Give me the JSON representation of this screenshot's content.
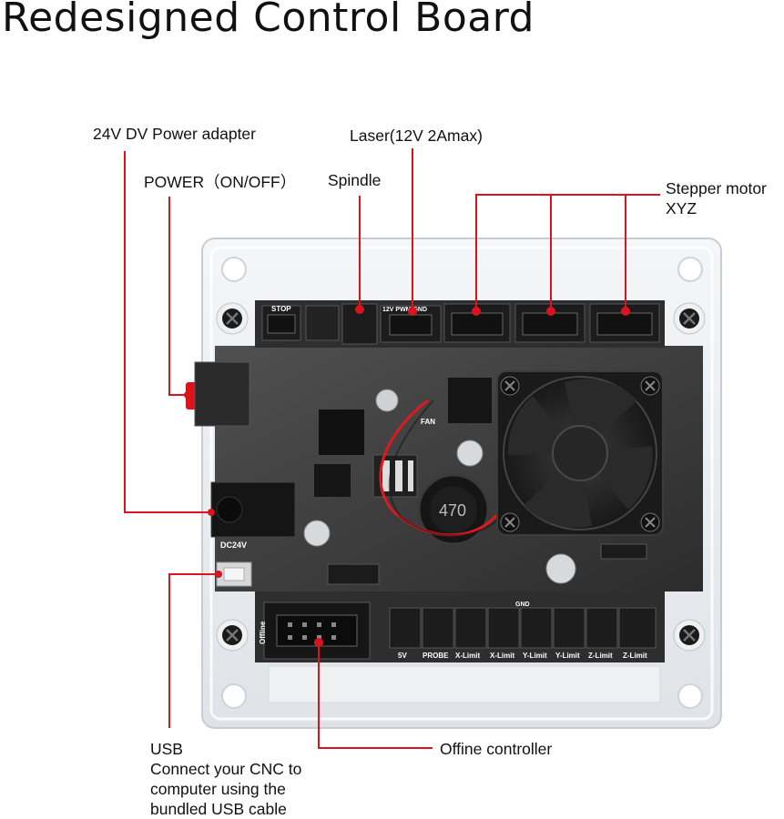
{
  "title": "Redesigned Control Board",
  "callouts": {
    "power_adapter": "24V DV Power adapter",
    "power_switch": "POWER（ON/OFF）",
    "spindle": "Spindle",
    "laser": "Laser(12V 2Amax)",
    "stepper_line1": "Stepper motor",
    "stepper_line2": "XYZ",
    "usb_line1": "USB",
    "usb_line2": "Connect your CNC to",
    "usb_line3": "computer using the",
    "usb_line4": "bundled USB cable",
    "offline": "Offine controller"
  },
  "board_labels": {
    "top_stop": "STOP",
    "top_laser": "12V PWM GND",
    "top_fan": "FAN",
    "inductor": "470",
    "dc": "DC24V",
    "bottom_5v": "5V",
    "bottom_probe": "PROBE",
    "bottom_xlimit_a": "X-Limit",
    "bottom_xlimit_b": "X-Limit",
    "bottom_ylimit_a": "Y-Limit",
    "bottom_ylimit_b": "Y-Limit",
    "bottom_zlimit_a": "Z-Limit",
    "bottom_zlimit_b": "Z-Limit",
    "gnd": "GND",
    "offline_header": "Offline"
  },
  "colors": {
    "leader": "#d9141e",
    "board": "#3a3a3a",
    "case": "#e9ecef"
  }
}
